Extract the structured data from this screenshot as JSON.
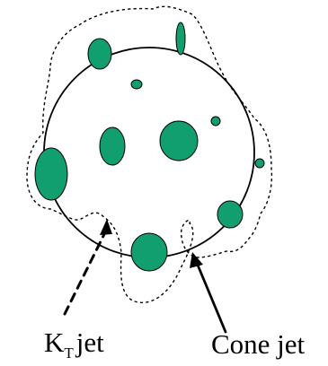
{
  "diagram": {
    "labels": {
      "kt_main": "K",
      "kt_subscript": "T",
      "kt_suffix": "jet",
      "cone": "Cone jet"
    },
    "colors": {
      "blob_fill": "#119f6f",
      "blob_stroke": "#000000",
      "line": "#000000",
      "background": "#ffffff"
    }
  }
}
